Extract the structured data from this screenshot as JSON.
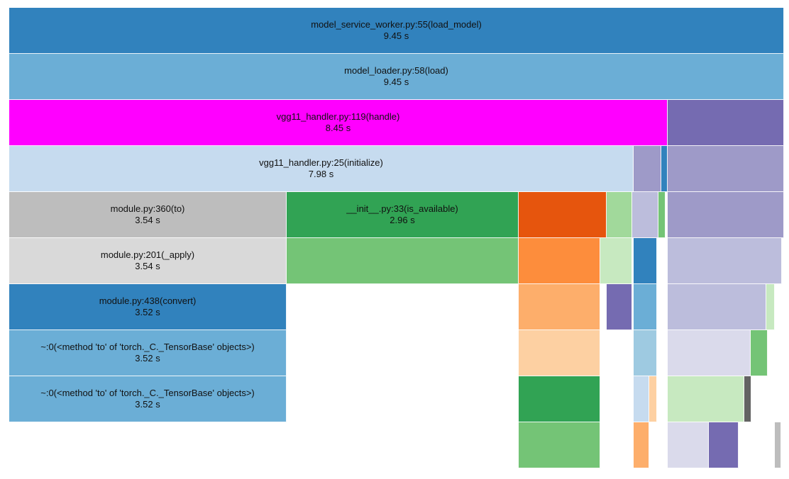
{
  "flamegraph": {
    "rows": [
      [
        {
          "name": "model_service_worker.py:55(load_model)",
          "time": "9.45 s",
          "color": "#3182bd"
        }
      ],
      [
        {
          "name": "model_loader.py:58(load)",
          "time": "9.45 s",
          "color": "#6baed6"
        }
      ],
      [
        {
          "name": "vgg11_handler.py:119(handle)",
          "time": "8.45 s",
          "color": "#ff00ff"
        },
        {
          "color": "#756bb1"
        }
      ],
      [
        {
          "name": "vgg11_handler.py:25(initialize)",
          "time": "7.98 s",
          "color": "#c6dbef"
        },
        {
          "color": "#9e9ac8"
        },
        {
          "color": "#3182bd"
        },
        {
          "color": "#9e9ac8"
        }
      ],
      [
        {
          "name": "module.py:360(to)",
          "time": "3.54 s",
          "color": "#bdbdbd"
        },
        {
          "name": "__init__.py:33(is_available)",
          "time": "2.96 s",
          "color": "#31a354"
        },
        {
          "color": "#e6550d"
        },
        {
          "color": "#a1d99b"
        },
        {
          "color": "#bcbddc"
        },
        {
          "color": "#74c476"
        },
        {
          "color": "#9e9ac8"
        }
      ],
      [
        {
          "name": "module.py:201(_apply)",
          "time": "3.54 s",
          "color": "#d9d9d9"
        },
        {
          "color": "#74c476"
        },
        {
          "color": "#fd8d3c"
        },
        {
          "color": "#c7e9c0"
        },
        {
          "color": "#3182bd"
        },
        {
          "color": "#bcbddc"
        }
      ],
      [
        {
          "name": "module.py:438(convert)",
          "time": "3.52 s",
          "color": "#3182bd"
        },
        {
          "color": "#fdae6b"
        },
        {
          "color": "#756bb1"
        },
        {
          "color": "#6baed6"
        },
        {
          "color": "#bcbddc"
        },
        {
          "color": "#c7e9c0"
        }
      ],
      [
        {
          "name": "~:0(<method 'to' of 'torch._C._TensorBase' objects>)",
          "time": "3.52 s",
          "color": "#6baed6"
        },
        {
          "color": "#fdd0a2"
        },
        {
          "color": "#9ecae1"
        },
        {
          "color": "#dadaeb"
        },
        {
          "color": "#74c476"
        }
      ],
      [
        {
          "name": "~:0(<method 'to' of 'torch._C._TensorBase' objects>)",
          "time": "3.52 s",
          "color": "#6baed6"
        },
        {
          "color": "#31a354"
        },
        {
          "color": "#c6dbef"
        },
        {
          "color": "#fdd0a2"
        },
        {
          "color": "#c7e9c0"
        },
        {
          "color": "#636363"
        }
      ],
      [
        {
          "color": "#74c476"
        },
        {
          "color": "#fdae6b"
        },
        {
          "color": "#dadaeb"
        },
        {
          "color": "#756bb1"
        },
        {
          "color": "#bdbdbd"
        }
      ]
    ]
  }
}
